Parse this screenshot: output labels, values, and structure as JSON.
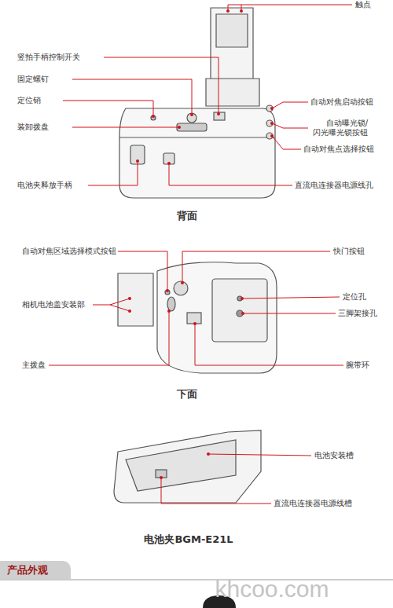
{
  "diagram": {
    "nodes": [
      {
        "text": [
          "产品外观"
        ]
      }
    ],
    "labels": [
      "触点",
      "竖拍手柄控制开关",
      "固定螺钉",
      "定位销",
      "装卸拨盘",
      "电池夹释放手柄",
      "自动对焦启动按钮",
      "自动曝光锁/ 闪光曝光锁按钮",
      "自动对焦点选择按钮",
      "直流电连接器电源线孔",
      "背面",
      "自动对焦区域选择模式按钮",
      "快门按钮",
      "相机电池盖安装部",
      "定位孔",
      "三脚架接孔",
      "主拨盘",
      "腕带环",
      "下面",
      "电池安装槽",
      "直流电连接器电源线槽",
      "电池夹BGM-E21L",
      "khcoo.com"
    ]
  }
}
